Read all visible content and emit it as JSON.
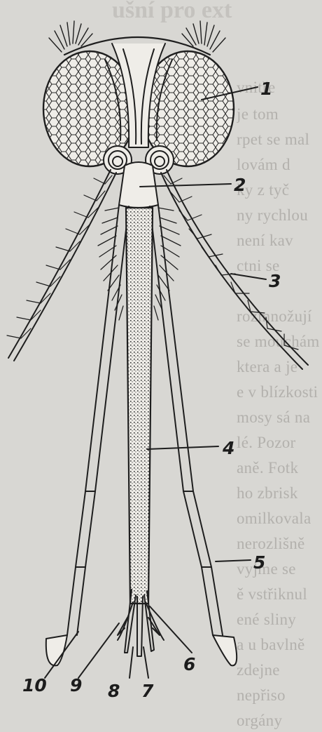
{
  "diagram": {
    "subject": "mosquito head, frontal view",
    "labels": [
      "1",
      "2",
      "3",
      "4",
      "5",
      "6",
      "7",
      "8",
      "9",
      "10"
    ]
  },
  "background": {
    "title_fragment": "ušní pro ext",
    "text_lines": [
      "vnitře",
      "je tom",
      "rpet se mal",
      "lovám d",
      "ky z tyč",
      "ny rychlou",
      "není kav",
      "ctni se",
      "rozmnožují",
      "se mouchám",
      "ktera a je",
      "e v blízkosti",
      "mosy sá na",
      "lé. Pozor",
      "aně. Fotk",
      "ho zbrisk",
      "omilkovala",
      "nerozlišně",
      "vyjme se",
      "ě vstřiknul",
      "ené sliny",
      "a u bavlně",
      "zdejne",
      "nepřiso",
      "orgány"
    ]
  }
}
